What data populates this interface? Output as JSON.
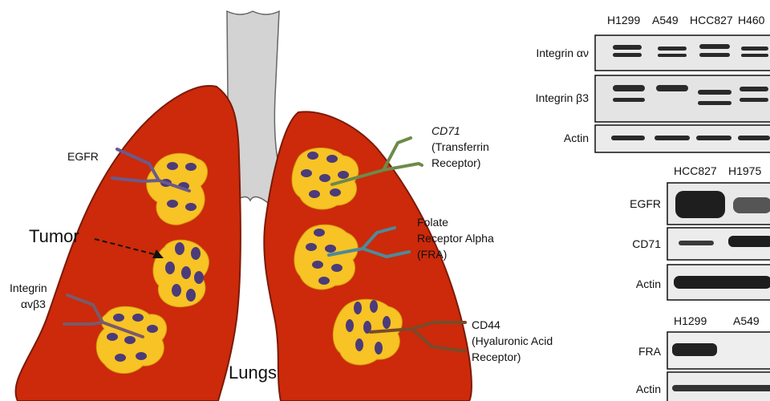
{
  "illustration": {
    "organ_label": "Lungs",
    "tumor_label": "Tumor",
    "receptors": {
      "egfr": "EGFR",
      "integrin": [
        "Integrin",
        "αvβ3"
      ],
      "cd71": [
        "CD71",
        "(Transferrin",
        "Receptor)"
      ],
      "fra": [
        "Folate",
        "Receptor Alpha",
        "(FRA)"
      ],
      "cd44": [
        "CD44",
        "(Hyaluronic Acid",
        "Receptor)"
      ]
    },
    "colors": {
      "lung": "#cc2a0a",
      "lung_outline": "#7a1a08",
      "trachea": "#d3d3d3",
      "tumor": "#f7c325",
      "nucleus": "#4b3b7a",
      "egfr": "#6a5a8c",
      "integrin": "#7a5a6a",
      "cd71": "#6d8a4a",
      "fra": "#4d8a9a",
      "cd44": "#7a4a2a"
    }
  },
  "blots": {
    "panel1": {
      "lanes": [
        "H1299",
        "A549",
        "HCC827",
        "H460"
      ],
      "rows": [
        "Integrin αν",
        "Integrin β3",
        "Actin"
      ]
    },
    "panel2": {
      "lanes": [
        "HCC827",
        "H1975"
      ],
      "rows": [
        "EGFR",
        "CD71",
        "Actin"
      ]
    },
    "panel3": {
      "lanes": [
        "H1299",
        "A549"
      ],
      "rows": [
        "FRA",
        "Actin"
      ]
    }
  }
}
